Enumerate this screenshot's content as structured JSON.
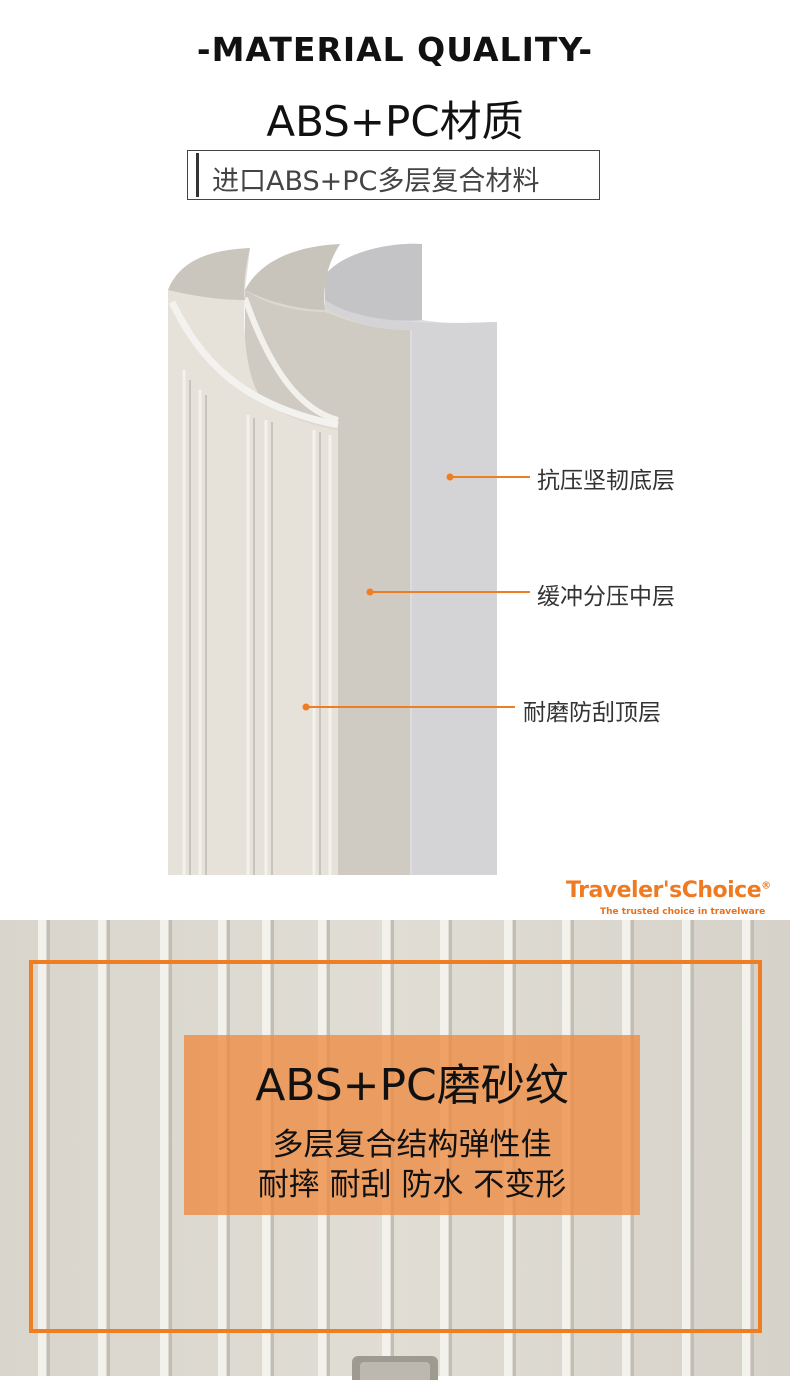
{
  "header": {
    "kicker": "-MATERIAL QUALITY-",
    "headline": "ABS+PC材质",
    "subtitle": "进口ABS+PC多层复合材料"
  },
  "layers": [
    {
      "label": "抗压坚韧底层"
    },
    {
      "label": "缓冲分压中层"
    },
    {
      "label": "耐磨防刮顶层"
    }
  ],
  "brand": {
    "name": "Traveler'sChoice",
    "registered": "®",
    "tagline": "The trusted choice in travelware"
  },
  "feature": {
    "title": "ABS+PC磨砂纹",
    "line1": "多层复合结构弹性佳",
    "line2": "耐摔 耐刮 防水 不变形"
  },
  "colors": {
    "accent": "#ef7d22",
    "shell_outer": "#e4e0d8",
    "shell_mid": "#d8d4cc",
    "shell_inner": "#d2d2d4"
  }
}
